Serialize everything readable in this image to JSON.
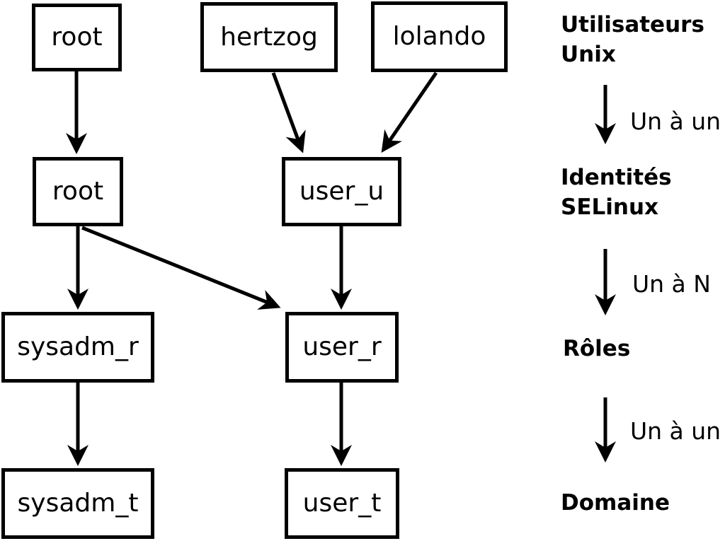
{
  "colors": {
    "foreground": "#000000",
    "background": "#ffffff"
  },
  "nodes": {
    "root_unix": {
      "label": "root"
    },
    "hertzog": {
      "label": "hertzog"
    },
    "lolando": {
      "label": "lolando"
    },
    "root_selinux": {
      "label": "root"
    },
    "user_u": {
      "label": "user_u"
    },
    "sysadm_r": {
      "label": "sysadm_r"
    },
    "user_r": {
      "label": "user_r"
    },
    "sysadm_t": {
      "label": "sysadm_t"
    },
    "user_t": {
      "label": "user_t"
    }
  },
  "edges": [
    {
      "from": "root_unix",
      "to": "root_selinux"
    },
    {
      "from": "hertzog",
      "to": "user_u"
    },
    {
      "from": "lolando",
      "to": "user_u"
    },
    {
      "from": "root_selinux",
      "to": "sysadm_r"
    },
    {
      "from": "root_selinux",
      "to": "user_r"
    },
    {
      "from": "user_u",
      "to": "user_r"
    },
    {
      "from": "sysadm_r",
      "to": "sysadm_t"
    },
    {
      "from": "user_r",
      "to": "user_t"
    }
  ],
  "legend": {
    "unix_users": {
      "line1": "Utilisateurs",
      "line2": "Unix"
    },
    "mapping1": "Un à un",
    "selinux_identities": {
      "line1": "Identités",
      "line2": "SELinux"
    },
    "mapping2": "Un à N",
    "roles": "Rôles",
    "mapping3": "Un à un",
    "domain": "Domaine"
  }
}
